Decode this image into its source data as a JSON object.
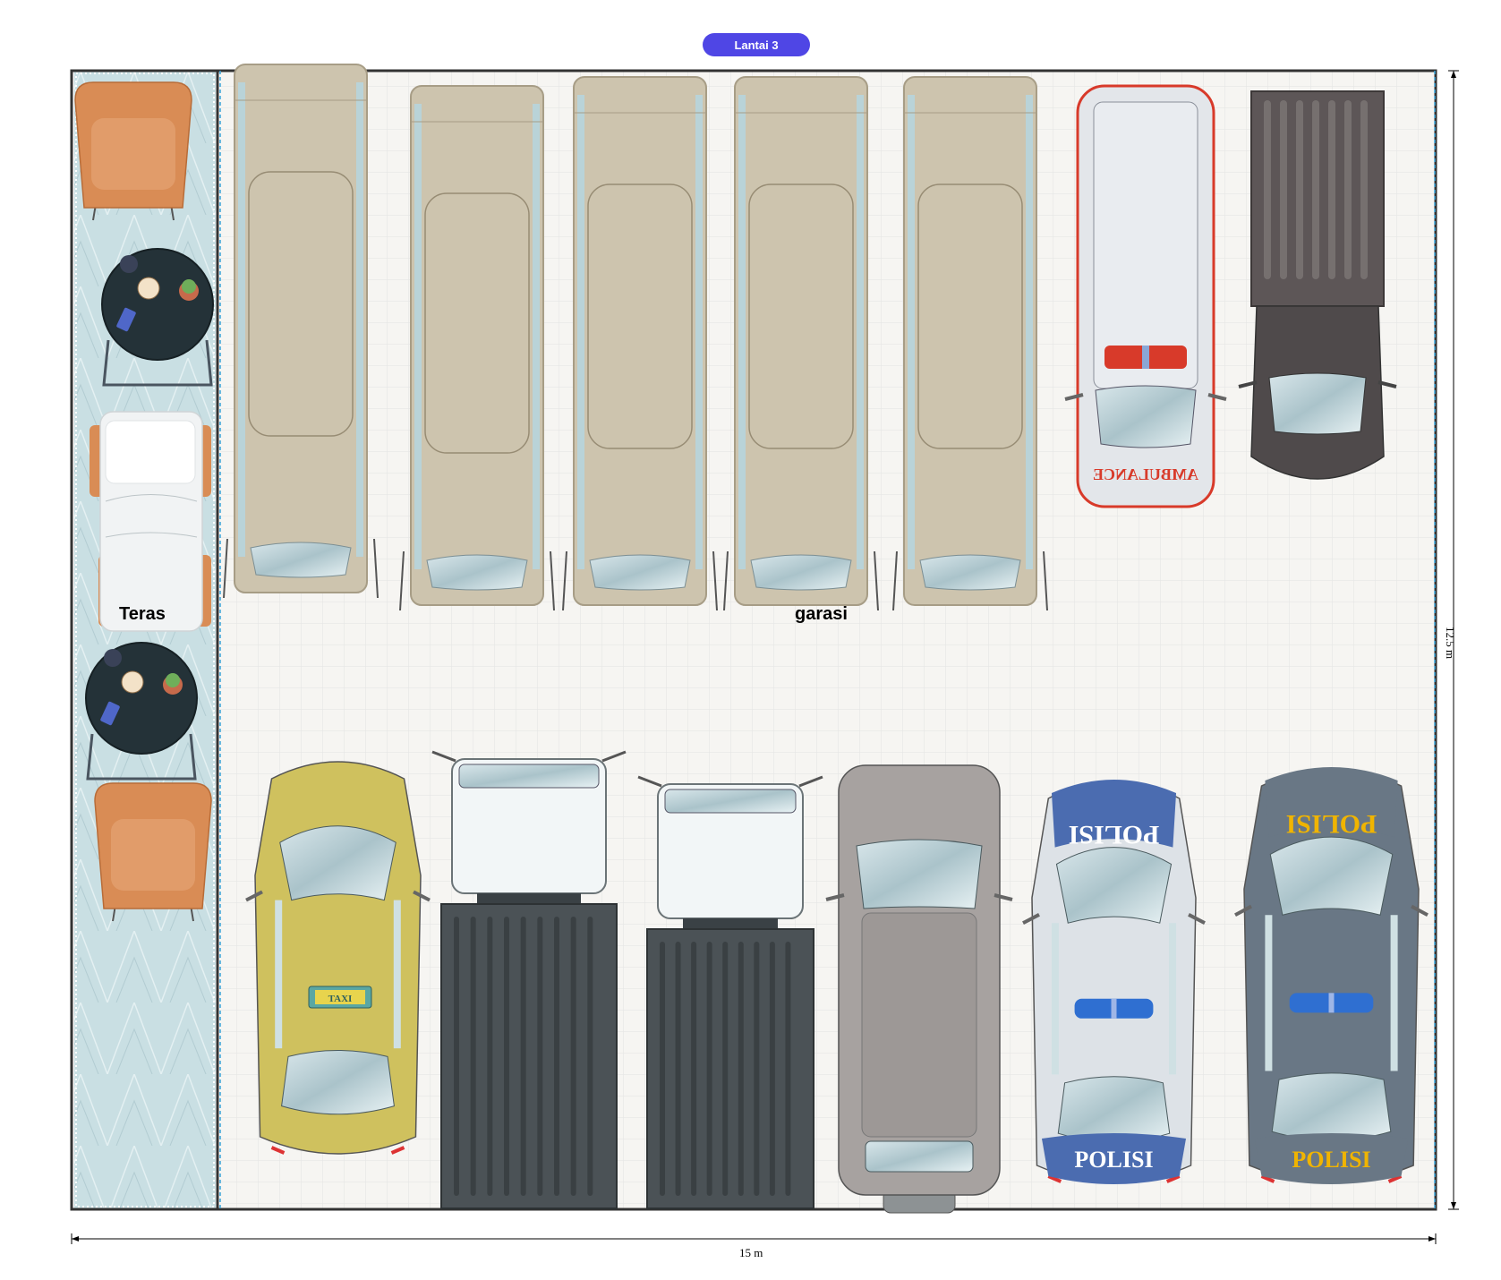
{
  "floor": {
    "label": "Lantai 3"
  },
  "rooms": [
    {
      "label": "Teras"
    },
    {
      "label": "garasi"
    }
  ],
  "dimensions": {
    "width": "15 m",
    "height": "12.5 m"
  },
  "colors": {
    "badge": "#4f46e5",
    "terrace_rug": "#c9dfe3",
    "floor_tile": "#f6f5f2",
    "grid_line": "#e6e6e6",
    "wall": "#333333",
    "bus_body": "#cdc4ae",
    "chair": "#d98c55",
    "taxi": "#cfc15e",
    "police_blue": "#4b6cb0",
    "police_grey": "#697785",
    "police_yellow": "#f0b400",
    "ambulance_red": "#d83a2a"
  },
  "vehicles": {
    "buses": [
      "bus",
      "bus",
      "bus",
      "bus",
      "bus"
    ],
    "ambulance": {
      "text": "AMBULANCE"
    },
    "pickup": {
      "name": "pickup-truck"
    },
    "taxi": {
      "sign": "TAXI"
    },
    "trucks": [
      "box-truck",
      "box-truck"
    ],
    "suv": {
      "name": "suv"
    },
    "police_cars": [
      {
        "hood": "POLISI",
        "trunk": "POLISI",
        "style": "blue"
      },
      {
        "hood": "POLISI",
        "trunk": "POLISI",
        "style": "grey"
      }
    ]
  },
  "furniture": {
    "armchairs": 2,
    "side_tables": 2,
    "sun_loungers": 1
  }
}
